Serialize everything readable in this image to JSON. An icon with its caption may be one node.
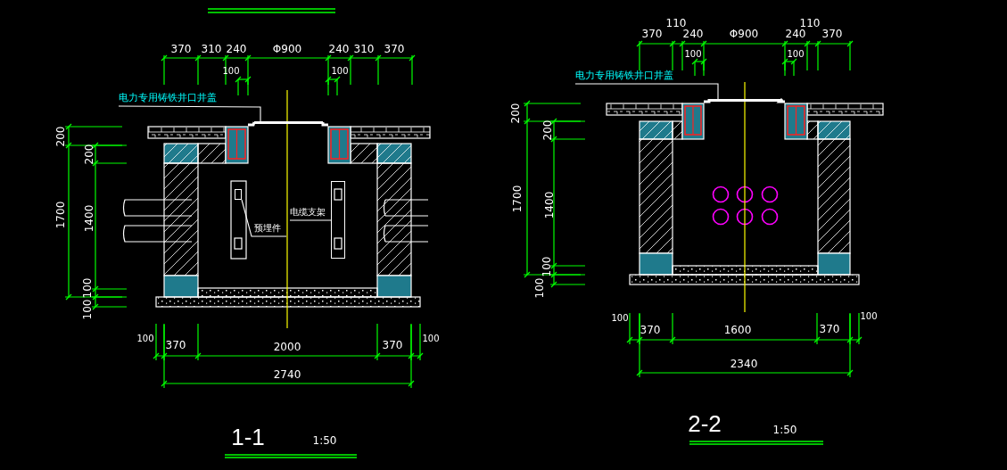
{
  "diagram": {
    "nodes": [
      {
        "text": [
          "电力专用铸铁井口井盖"
        ]
      },
      {
        "text": [
          "预埋件"
        ]
      },
      {
        "text": [
          "电缆支架"
        ]
      },
      {
        "text": [
          "电力专用铸铁井口井盖"
        ]
      },
      {
        "text": [],
        "shape": "bar"
      },
      {
        "text": [],
        "shape": "box"
      },
      {
        "text": [],
        "shape": "box"
      },
      {
        "text": [],
        "shape": "bar"
      }
    ],
    "edges": [
      {
        "from": 0,
        "to": 4,
        "arrow": "none"
      },
      {
        "from": 1,
        "to": 5,
        "arrow": "none"
      },
      {
        "from": 2,
        "to": 6,
        "arrow": "none"
      },
      {
        "from": 3,
        "to": 7,
        "arrow": "none"
      }
    ],
    "labels": [
      "370",
      "310",
      "240",
      "Φ900",
      "240",
      "310",
      "370",
      "100",
      "100",
      "200",
      "200",
      "1700",
      "1400",
      "100",
      "100",
      "100",
      "370",
      "2000",
      "370",
      "100",
      "2740",
      "1-1",
      "1:50",
      "110",
      "110",
      "370",
      "240",
      "Φ900",
      "240",
      "370",
      "100",
      "100",
      "200",
      "200",
      "1700",
      "1400",
      "100",
      "100",
      "100",
      "370",
      "1600",
      "370",
      "100",
      "2340",
      "2-2",
      "1:50"
    ]
  }
}
